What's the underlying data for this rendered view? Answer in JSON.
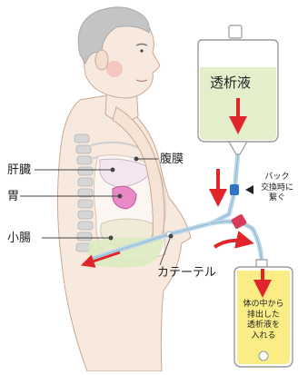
{
  "labels": {
    "dialysate": "透析液",
    "peritoneum": "腹膜",
    "liver": "肝臓",
    "stomach": "胃",
    "small_intestine": "小腸",
    "catheter": "カテーテル",
    "bag_exchange": [
      "バック",
      "交換時に",
      "繋ぐ"
    ],
    "drain_bag": [
      "体の中から",
      "排出した",
      "透析液を",
      "入れる"
    ]
  },
  "colors": {
    "arrow": "#e0262b",
    "dialysate_fill": "#e3eecb",
    "drain_fill": "#fbed86",
    "connector": "#2f73c9",
    "clamp": "#d83a5a",
    "tube": "#b9d6e8",
    "skin": "#f7e9de",
    "hair": "#c4c4c4",
    "bone": "#d6d6d6"
  },
  "icons": [
    "left-pointing-triangle-icon",
    "down-arrow-icon",
    "curved-arrow-icon"
  ]
}
